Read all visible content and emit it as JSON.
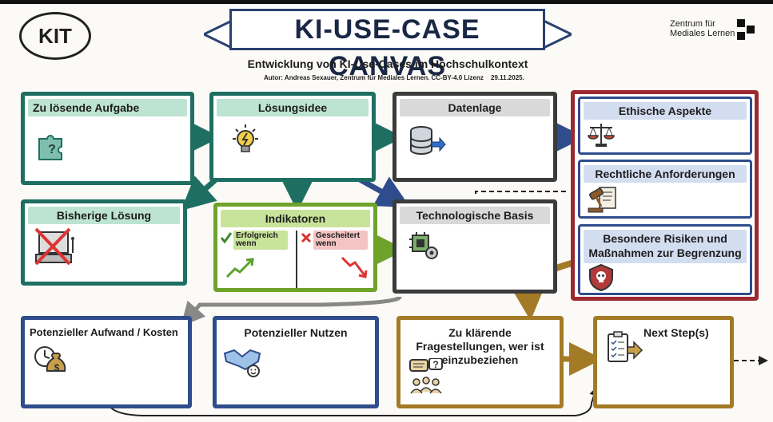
{
  "header": {
    "title": "KI-USE-CASE CANVAS",
    "subtitle": "Entwicklung von KI-Use-Cases im Hochschulkontext",
    "author": "Autor: Andreas Sexauer, Zentrum für Mediales Lernen. CC-BY-4.0 Lizenz",
    "date": "29.11.2025.",
    "kit_logo": "KIT",
    "zfm_line1": "Zentrum für",
    "zfm_line2": "Mediales Lernen"
  },
  "boxes": {
    "aufgabe": "Zu lösende Aufgabe",
    "idee": "Lösungsidee",
    "daten": "Datenlage",
    "ethik": "Ethische Aspekte",
    "recht": "Rechtliche Anforderungen",
    "risiken": "Besondere Risiken und Maßnahmen zur Begrenzung",
    "bisherig": "Bisherige Lösung",
    "indikatoren": "Indikatoren",
    "erfolg": "Erfolgreich wenn",
    "gescheitert": "Gescheitert wenn",
    "tech": "Technologische Basis",
    "aufwand": "Potenzieller Aufwand / Kosten",
    "nutzen": "Potenzieller Nutzen",
    "fragen": "Zu klärende Fragestellungen, wer ist einzubeziehen",
    "next": "Next Step(s)"
  },
  "colors": {
    "green": "#1e6f62",
    "gray": "#3b3b3b",
    "lime": "#6fa22b",
    "blue": "#2f4d8c",
    "gold": "#a37a26",
    "red": "#9b2a2f"
  },
  "icons": [
    "puzzle-icon",
    "lightbulb-icon",
    "database-icon",
    "scales-icon",
    "gavel-icon",
    "skull-shield-icon",
    "crossed-computer-icon",
    "chip-gear-icon",
    "clock-money-icon",
    "handshake-icon",
    "chat-people-icon",
    "clipboard-icon",
    "check-icon",
    "cross-icon",
    "trend-up-icon",
    "trend-down-icon"
  ]
}
